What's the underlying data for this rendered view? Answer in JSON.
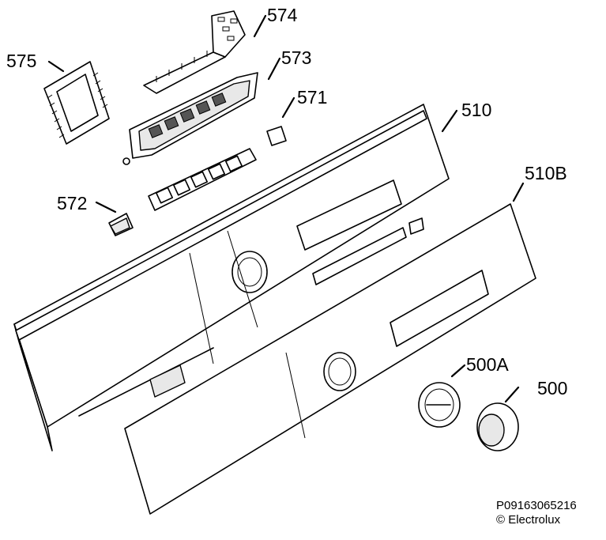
{
  "labels": {
    "l575": "575",
    "l574": "574",
    "l573": "573",
    "l571": "571",
    "l510": "510",
    "l510b": "510B",
    "l572": "572",
    "l500a": "500A",
    "l500": "500"
  },
  "footer": {
    "code": "P09163065216",
    "copyright": "© Electrolux"
  }
}
